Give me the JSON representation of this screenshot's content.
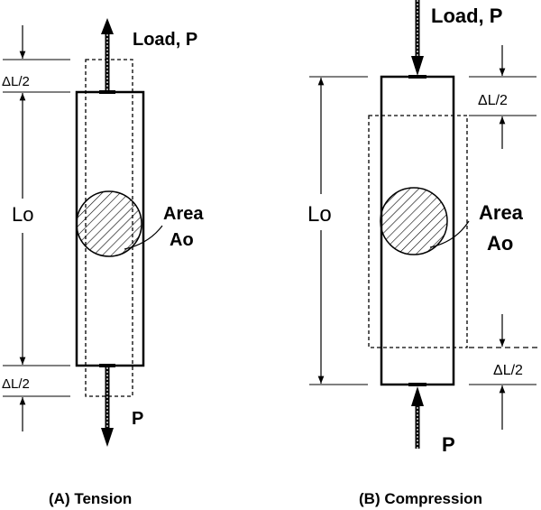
{
  "tension": {
    "load_label": "Load, P",
    "p_label": "P",
    "dl_top": "ΔL/2",
    "dl_bottom": "ΔL/2",
    "lo_label": "Lo",
    "area_line1": "Area",
    "area_line2": "Ao",
    "caption": "(A) Tension"
  },
  "compression": {
    "load_label": "Load, P",
    "p_label": "P",
    "dl_top": "ΔL/2",
    "dl_bottom": "ΔL/2",
    "lo_label": "Lo",
    "area_line1": "Area",
    "area_line2": "Ao",
    "caption": "(B) Compression"
  },
  "colors": {
    "stroke": "#000000",
    "background": "#ffffff"
  }
}
